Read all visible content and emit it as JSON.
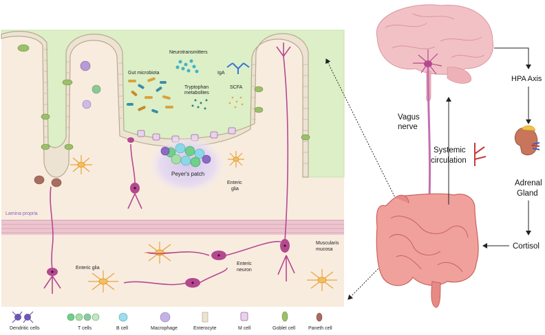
{
  "gut_panel": {
    "neurotransmitters": "Neurotransmitters",
    "gut_microbiota": "Gut microbiota",
    "iga": "IgA",
    "tryptophan_line1": "Tryptophan",
    "tryptophan_line2": "metabolites",
    "scfa": "SCFA",
    "peyers_patch": "Peyer's patch",
    "enteric_glia_right_line1": "Enteric",
    "enteric_glia_right_line2": "glia",
    "lamina_propria": "Lamina propria",
    "muscularis_line1": "Muscularis",
    "muscularis_line2": "mucosa",
    "enteric_glia_left": "Enteric glia",
    "enteric_neuron_line1": "Enteric",
    "enteric_neuron_line2": "neuron"
  },
  "body_panel": {
    "vagus_line1": "Vagus",
    "vagus_line2": "nerve",
    "systemic_line1": "Systemic",
    "systemic_line2": "circulation",
    "hpa_axis": "HPA Axis",
    "adrenal_line1": "Adrenal",
    "adrenal_line2": "Gland",
    "cortisol": "Cortisol"
  },
  "legend": {
    "items": [
      {
        "label": "Dendritic cells",
        "icon": "dendritic-cell-icon"
      },
      {
        "label": "T cells",
        "icon": "t-cell-icon"
      },
      {
        "label": "B cell",
        "icon": "b-cell-icon"
      },
      {
        "label": "Macrophage",
        "icon": "macrophage-icon"
      },
      {
        "label": "Enterocyte",
        "icon": "enterocyte-icon"
      },
      {
        "label": "M cell",
        "icon": "m-cell-icon"
      },
      {
        "label": "Goblet cell",
        "icon": "goblet-cell-icon"
      },
      {
        "label": "Paneth cell",
        "icon": "paneth-cell-icon"
      }
    ]
  },
  "colors": {
    "tissue": "#f8ecdf",
    "epithelium": "#ece3d3",
    "mucus": "#dcefc7",
    "neuron": "#b5488f",
    "glia": "#e8a23a",
    "muscularis_band": "#ecc5cf",
    "brain": "#f2c1c6",
    "intestine": "#e68a86",
    "arrow": "#222222"
  }
}
